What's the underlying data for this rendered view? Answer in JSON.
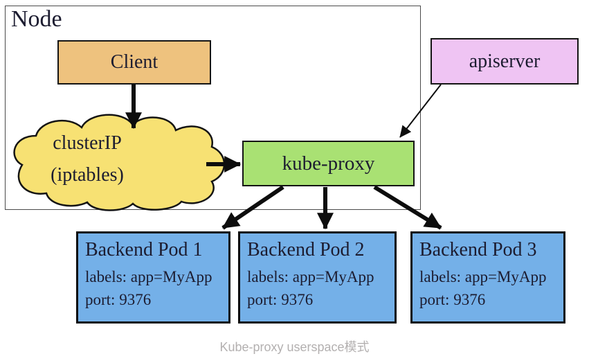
{
  "diagram": {
    "node": {
      "label": "Node"
    },
    "client": {
      "label": "Client"
    },
    "cloud": {
      "line1": "clusterIP",
      "line2": "(iptables)"
    },
    "kube_proxy": {
      "label": "kube-proxy"
    },
    "apiserver": {
      "label": "apiserver"
    },
    "pods": [
      {
        "title": "Backend Pod 1",
        "labels_line": "labels: app=MyApp",
        "port_line": "port: 9376"
      },
      {
        "title": "Backend Pod 2",
        "labels_line": "labels: app=MyApp",
        "port_line": "port: 9376"
      },
      {
        "title": "Backend Pod 3",
        "labels_line": "labels: app=MyApp",
        "port_line": "port: 9376"
      }
    ],
    "caption": "Kube-proxy userspace模式",
    "colors": {
      "client_fill": "#eec27e",
      "cloud_fill": "#f7e173",
      "kube_proxy_fill": "#a9e173",
      "apiserver_fill": "#efc4f3",
      "pod_fill": "#74b0e8",
      "arrow": "#0d0d0d",
      "caption_text": "#b3b0b0"
    }
  }
}
